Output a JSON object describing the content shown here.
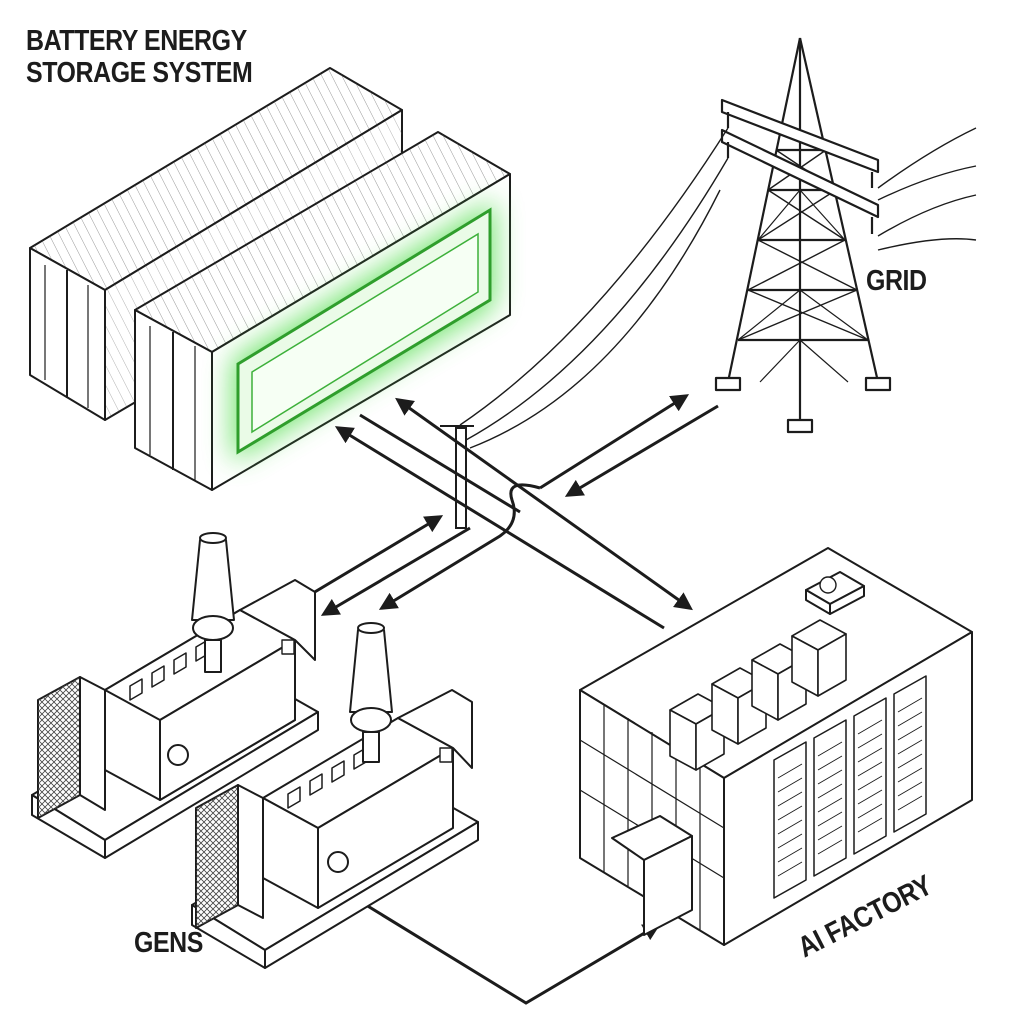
{
  "labels": {
    "bess_line1": "BATTERY ENERGY",
    "bess_line2": "STORAGE SYSTEM",
    "grid": "GRID",
    "gens": "GENS",
    "ai_factory": "AI FACTORY"
  },
  "colors": {
    "ink": "#1c1c1c",
    "battery_glow": "#5fe05a",
    "background": "#ffffff"
  },
  "components": [
    "battery-container-rear",
    "battery-container-front",
    "transmission-tower",
    "generator-1",
    "generator-2",
    "ai-factory-building"
  ]
}
